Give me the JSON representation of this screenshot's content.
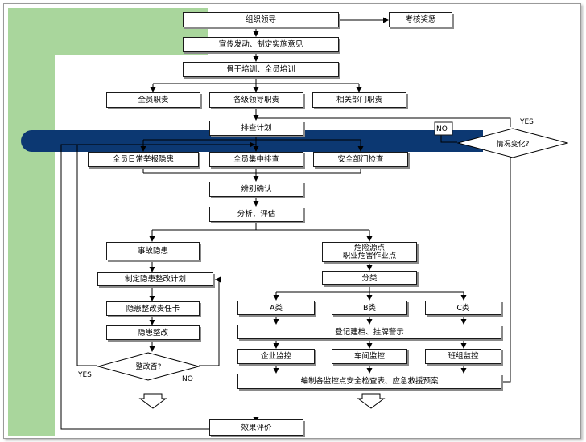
{
  "flow": {
    "leadership": "组织领导",
    "assessment": "考核奖惩",
    "promotion": "宣传发动、制定实施意见",
    "training": "骨干培训、全员培训",
    "resp_all": "全员职责",
    "resp_levels": "各级领导职责",
    "resp_depts": "相关部门职责",
    "plan": "排查计划",
    "report_daily": "全员日常举报隐患",
    "concentrated": "全员集中排查",
    "dept_check": "安全部门检查",
    "confirm": "辨别确认",
    "analysis": "分析、评估",
    "accident_hazard": "事故隐患",
    "rect_plan": "制定隐患整改计划",
    "resp_card": "隐患整改责任卡",
    "rect": "隐患整改",
    "rect_done": "整改否?",
    "hazard_sources": "危险源点\n职业危害作业点",
    "classify": "分类",
    "class_a": "A类",
    "class_b": "B类",
    "class_c": "C类",
    "register": "登记建档、挂牌警示",
    "enterprise_monitor": "企业监控",
    "workshop_monitor": "车间监控",
    "team_monitor": "班组监控",
    "checklists": "编制各监控点安全检查表、应急救援预案",
    "evaluation": "效果评价",
    "change": "情况变化?",
    "yes_top": "YES",
    "no_top": "NO",
    "yes_left": "YES",
    "no_left": "NO"
  }
}
